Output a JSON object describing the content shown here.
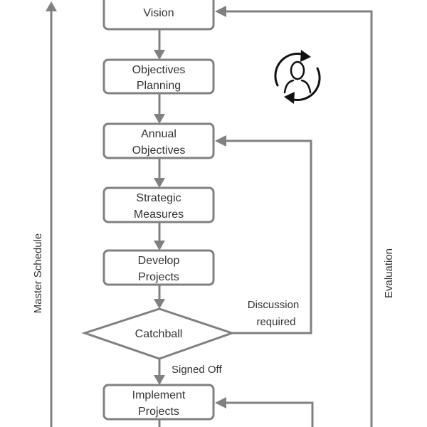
{
  "colors": {
    "stroke": "#808080",
    "text": "#333333",
    "background": "#ffffff",
    "icon": "#111111"
  },
  "nodes": {
    "vision": {
      "label": "Vision"
    },
    "objectives_planning": {
      "line1": "Objectives",
      "line2": "Planning"
    },
    "annual_objectives": {
      "line1": "Annual",
      "line2": "Objectives"
    },
    "strategic_measures": {
      "line1": "Strategic",
      "line2": "Measures"
    },
    "develop_projects": {
      "line1": "Develop",
      "line2": "Projects"
    },
    "catchball": {
      "label": "Catchball"
    },
    "implement_projects": {
      "line1": "Implement",
      "line2": "Projects"
    }
  },
  "edge_labels": {
    "discussion_line1": "Discussion",
    "discussion_line2": "required",
    "signed_off": "Signed Off"
  },
  "side_labels": {
    "master_schedule": "Master Schedule",
    "evaluation": "Evaluation"
  },
  "icons": {
    "cycle": "user-cycle-icon"
  }
}
